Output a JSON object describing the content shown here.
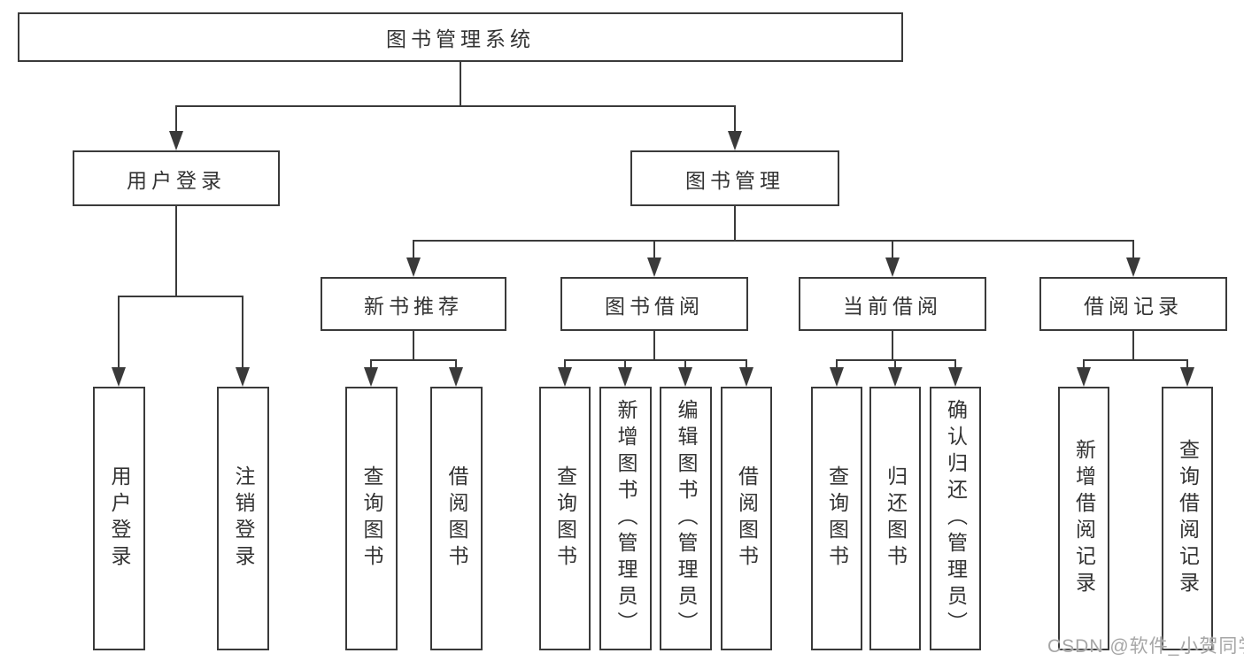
{
  "colors": {
    "line": "#3a3a3a",
    "text": "#333333",
    "box_background": "#ffffff",
    "watermark": "#a6a6a6"
  },
  "watermark": "CSDN @软件_小贺同学",
  "tree": {
    "root": {
      "label": "图书管理系统"
    },
    "branches": [
      {
        "label": "用户登录",
        "children": [
          {
            "label": "用户登录"
          },
          {
            "label": "注销登录"
          }
        ]
      },
      {
        "label": "图书管理",
        "children": [
          {
            "label": "新书推荐",
            "children": [
              {
                "label": "查询图书"
              },
              {
                "label": "借阅图书"
              }
            ]
          },
          {
            "label": "图书借阅",
            "children": [
              {
                "label": "查询图书"
              },
              {
                "label": "新增图书（管理员）"
              },
              {
                "label": "编辑图书（管理员）"
              },
              {
                "label": "借阅图书"
              }
            ]
          },
          {
            "label": "当前借阅",
            "children": [
              {
                "label": "查询图书"
              },
              {
                "label": "归还图书"
              },
              {
                "label": "确认归还（管理员）"
              }
            ]
          },
          {
            "label": "借阅记录",
            "children": [
              {
                "label": "新增借阅记录"
              },
              {
                "label": "查询借阅记录"
              }
            ]
          }
        ]
      }
    ]
  }
}
